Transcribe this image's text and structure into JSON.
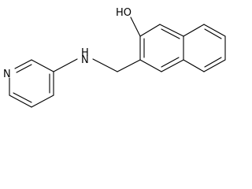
{
  "structure": {
    "labels": {
      "hydroxyl": "HO",
      "amine": "H",
      "amine_n": "N",
      "pyridine_n": "N"
    },
    "colors": {
      "background": "#ffffff",
      "ink": "#000000"
    }
  }
}
